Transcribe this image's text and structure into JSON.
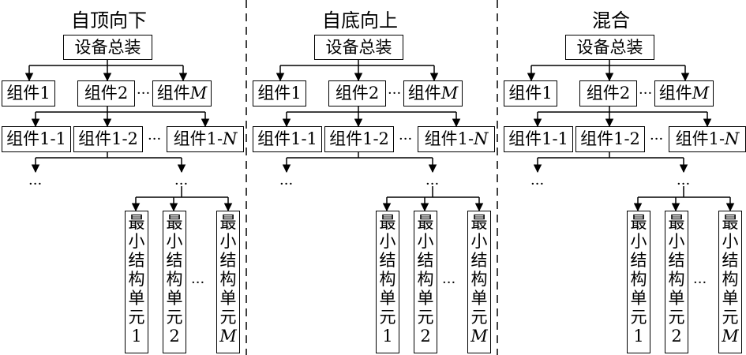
{
  "panels": [
    {
      "title": "自顶向下",
      "root": "设备总装",
      "components": [
        {
          "prefix": "组件",
          "index": "1"
        },
        {
          "prefix": "组件",
          "index": "2"
        },
        {
          "prefix": "组件",
          "index": "M",
          "italic": true
        }
      ],
      "subcomponents": [
        {
          "prefix": "组件",
          "index": "1-1"
        },
        {
          "prefix": "组件",
          "index": "1-2"
        },
        {
          "prefix": "组件1-",
          "index": "N",
          "italic": true
        }
      ],
      "units": [
        {
          "chars": [
            "最",
            "小",
            "结",
            "构",
            "单",
            "元"
          ],
          "index": "1"
        },
        {
          "chars": [
            "最",
            "小",
            "结",
            "构",
            "单",
            "元"
          ],
          "index": "2"
        },
        {
          "chars": [
            "最",
            "小",
            "结",
            "构",
            "单",
            "元"
          ],
          "index": "M",
          "italic": true
        }
      ],
      "ellipsis": "···"
    },
    {
      "title": "自底向上",
      "root": "设备总装",
      "components": [
        {
          "prefix": "组件",
          "index": "1"
        },
        {
          "prefix": "组件",
          "index": "2"
        },
        {
          "prefix": "组件",
          "index": "M",
          "italic": true
        }
      ],
      "subcomponents": [
        {
          "prefix": "组件",
          "index": "1-1"
        },
        {
          "prefix": "组件",
          "index": "1-2"
        },
        {
          "prefix": "组件1-",
          "index": "N",
          "italic": true
        }
      ],
      "units": [
        {
          "chars": [
            "最",
            "小",
            "结",
            "构",
            "单",
            "元"
          ],
          "index": "1"
        },
        {
          "chars": [
            "最",
            "小",
            "结",
            "构",
            "单",
            "元"
          ],
          "index": "2"
        },
        {
          "chars": [
            "最",
            "小",
            "结",
            "构",
            "单",
            "元"
          ],
          "index": "M",
          "italic": true
        }
      ],
      "ellipsis": "···"
    },
    {
      "title": "混合",
      "root": "设备总装",
      "components": [
        {
          "prefix": "组件",
          "index": "1"
        },
        {
          "prefix": "组件",
          "index": "2"
        },
        {
          "prefix": "组件",
          "index": "M",
          "italic": true
        }
      ],
      "subcomponents": [
        {
          "prefix": "组件",
          "index": "1-1"
        },
        {
          "prefix": "组件",
          "index": "1-2"
        },
        {
          "prefix": "组件1-",
          "index": "N",
          "italic": true
        }
      ],
      "units": [
        {
          "chars": [
            "最",
            "小",
            "结",
            "构",
            "单",
            "元"
          ],
          "index": "1"
        },
        {
          "chars": [
            "最",
            "小",
            "结",
            "构",
            "单",
            "元"
          ],
          "index": "2"
        },
        {
          "chars": [
            "最",
            "小",
            "结",
            "构",
            "单",
            "元"
          ],
          "index": "M",
          "italic": true
        }
      ],
      "ellipsis": "···"
    }
  ]
}
